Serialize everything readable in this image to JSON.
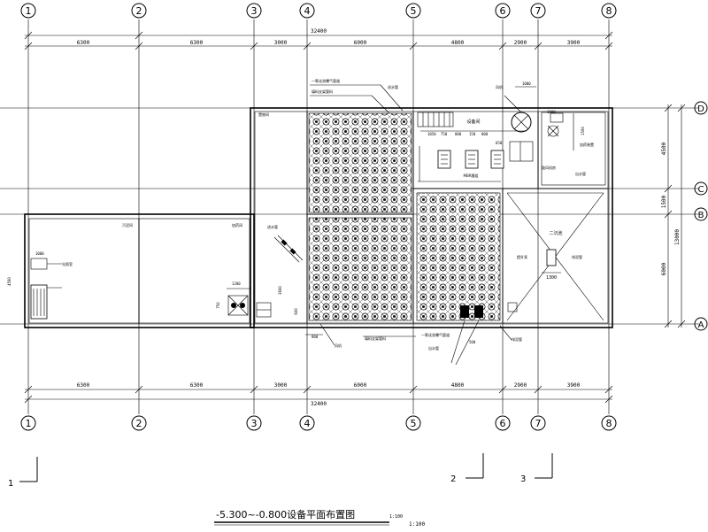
{
  "grid": {
    "top_labels": [
      "1",
      "2",
      "3",
      "4",
      "5",
      "6",
      "7",
      "8"
    ],
    "right_labels": [
      "D",
      "C",
      "B",
      "A"
    ],
    "spans_top": [
      "6300",
      "6300",
      "3000",
      "6000",
      "4800",
      "2900",
      "3900"
    ],
    "total_top": "32400",
    "spans_bottom": [
      "6300",
      "6300",
      "3000",
      "6000",
      "4800",
      "2900",
      "3900"
    ],
    "total_bottom": "32400",
    "right_spans": [
      "4500",
      "1500",
      "6000"
    ],
    "right_total": "13000"
  },
  "rooms": {
    "room_left_a": "污泥间",
    "room_left_b": "加药间",
    "room_left_c": "光照室",
    "room_mid_top": "置物间",
    "room_pump": "设备间",
    "room_reservoir": "二沉池"
  },
  "labels": {
    "label_blower": "一氧化池曝气管道",
    "label_media": "填料支架管料",
    "label_fan": "风机",
    "label_pipe": "进水管",
    "label_dim_1000": "1000",
    "label_dim_1200": "1200",
    "label_dim_3600": "3600",
    "label_dim_600": "600",
    "label_dim_500": "500",
    "label_dim_1500": "1500",
    "label_dim_800": "800",
    "label_dim_1900": "1900",
    "label_dim_4500": "4500",
    "label_dim_750": "750",
    "label_dim_1000b": "1000",
    "label_dim_1300": "1300",
    "dims_pump": [
      "1050",
      "750",
      "800",
      "150",
      "800",
      "650"
    ],
    "label_outlet": "出水管",
    "label_sludge": "排泥管",
    "label_blower_room": "鼓风机房",
    "label_dosing": "加药装置",
    "label_lift_pump": "提升泵",
    "label_mbr": "MBR膜组"
  },
  "section_marks": [
    "1",
    "2",
    "3"
  ],
  "title": "-5.300~-0.800设备平面布置图",
  "scale_small": "1:100",
  "scale": "1:100"
}
